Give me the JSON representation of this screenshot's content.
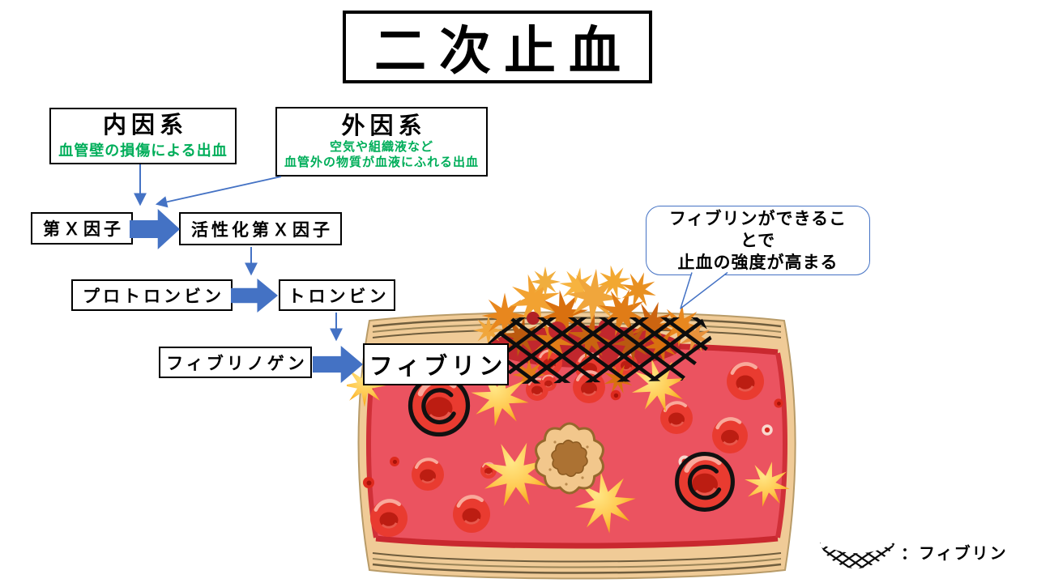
{
  "title": "二次止血",
  "intrinsic": {
    "title": "内因系",
    "desc": "血管壁の損傷による出血"
  },
  "extrinsic": {
    "title": "外因系",
    "desc1": "空気や組織液など",
    "desc2": "血管外の物質が血液にふれる出血"
  },
  "cascade": {
    "factor_x": "第Ｘ因子",
    "factor_xa": "活性化第Ｘ因子",
    "prothrombin": "プロトロンビン",
    "thrombin": "トロンビン",
    "fibrinogen": "フィブリノゲン",
    "fibrin": "フィブリン"
  },
  "callout": {
    "line1": "フィブリンができるこ",
    "line2": "とで",
    "line3": "止血の強度が高まる"
  },
  "legend": {
    "label": "：フィブリン",
    "swatch_icon": "fibrin-mesh-icon"
  },
  "colors": {
    "accent_blue": "#4472C4",
    "text_green": "#00AE5A",
    "mesh_black": "#0d0d0d",
    "vessel_wall_tan": "#F0CB97",
    "blood_red": "#EB5360"
  }
}
